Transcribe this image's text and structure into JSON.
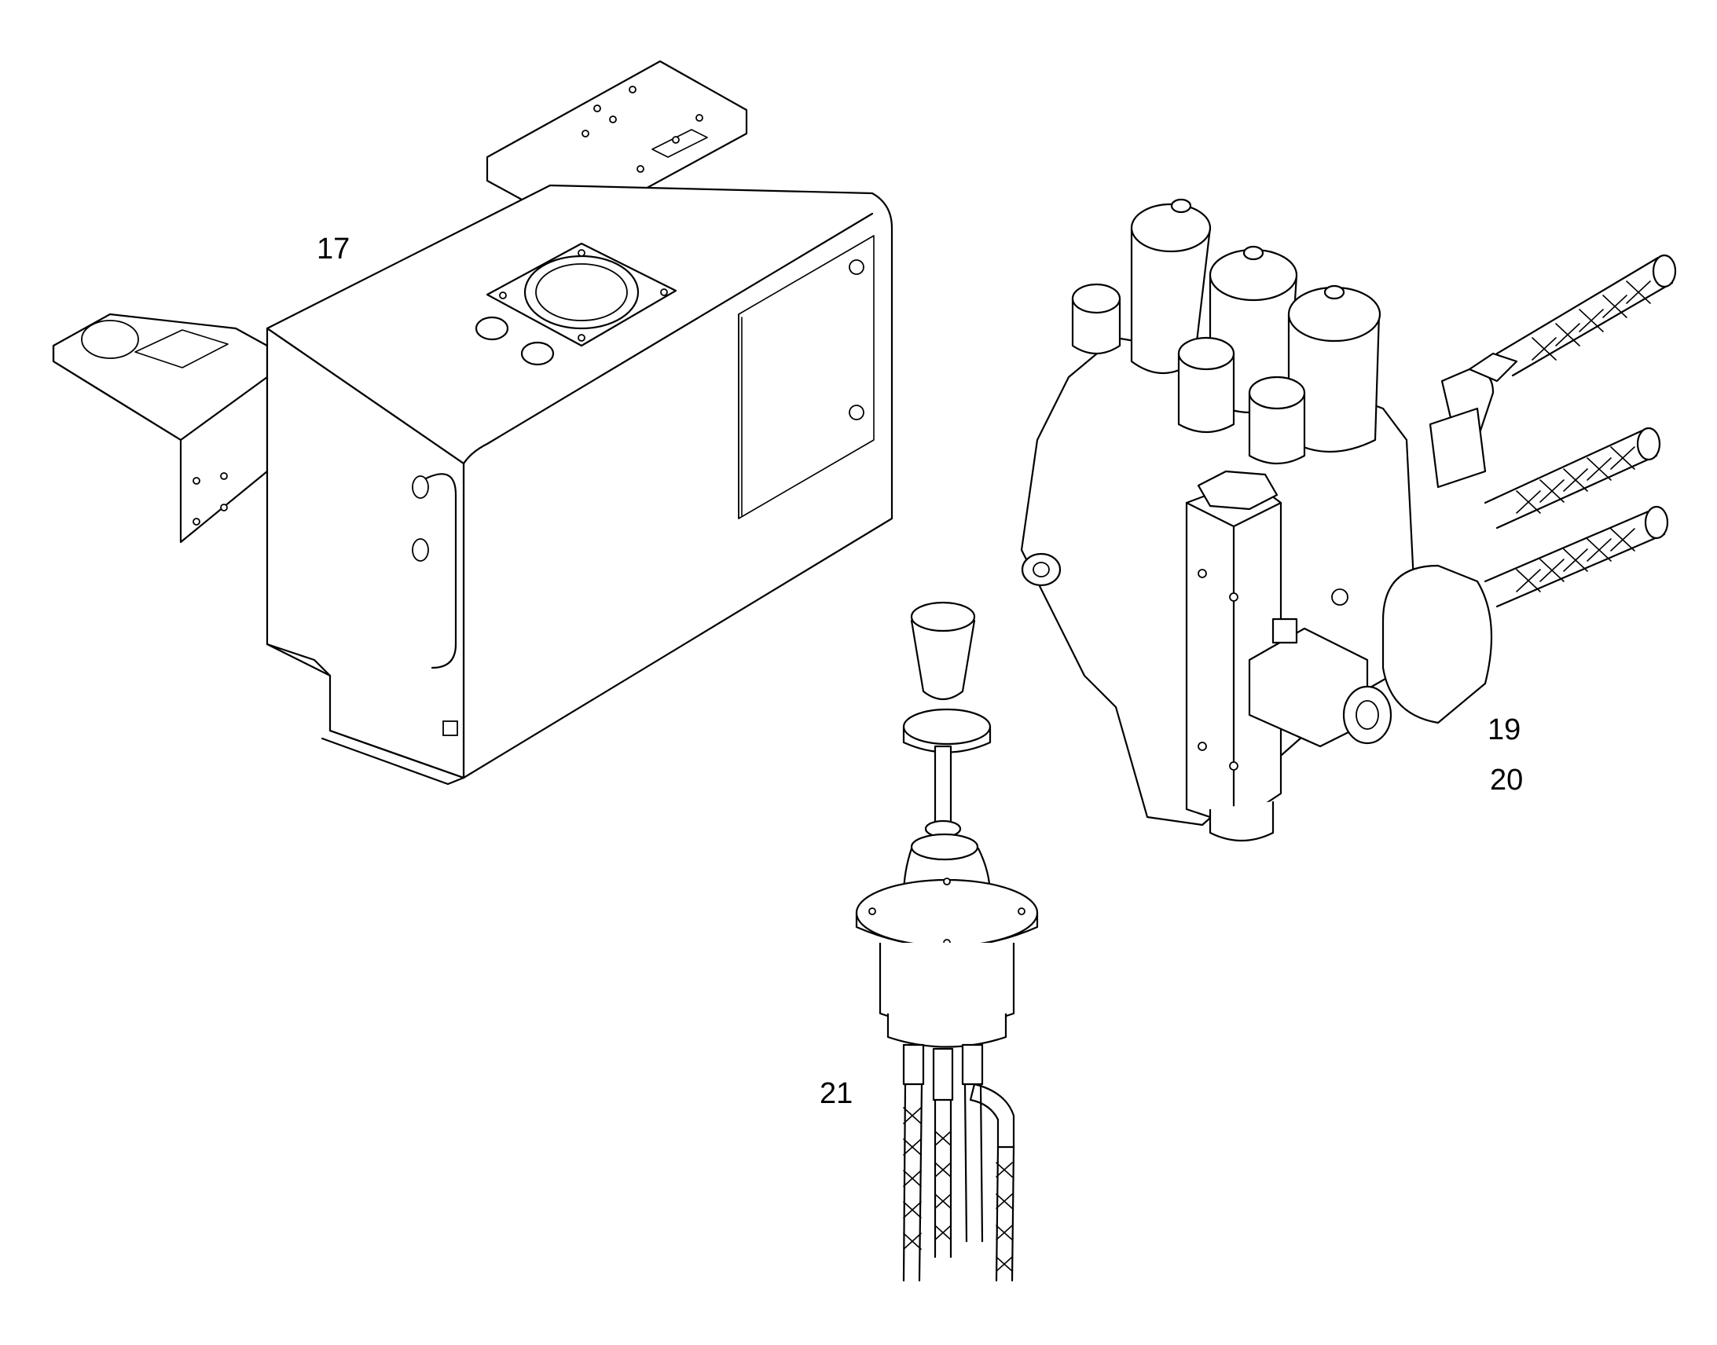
{
  "callouts": {
    "tank": "17",
    "valve_a": "19",
    "valve_b": "20",
    "joystick": "21"
  },
  "colors": {
    "line": "#000000",
    "background": "#ffffff"
  }
}
